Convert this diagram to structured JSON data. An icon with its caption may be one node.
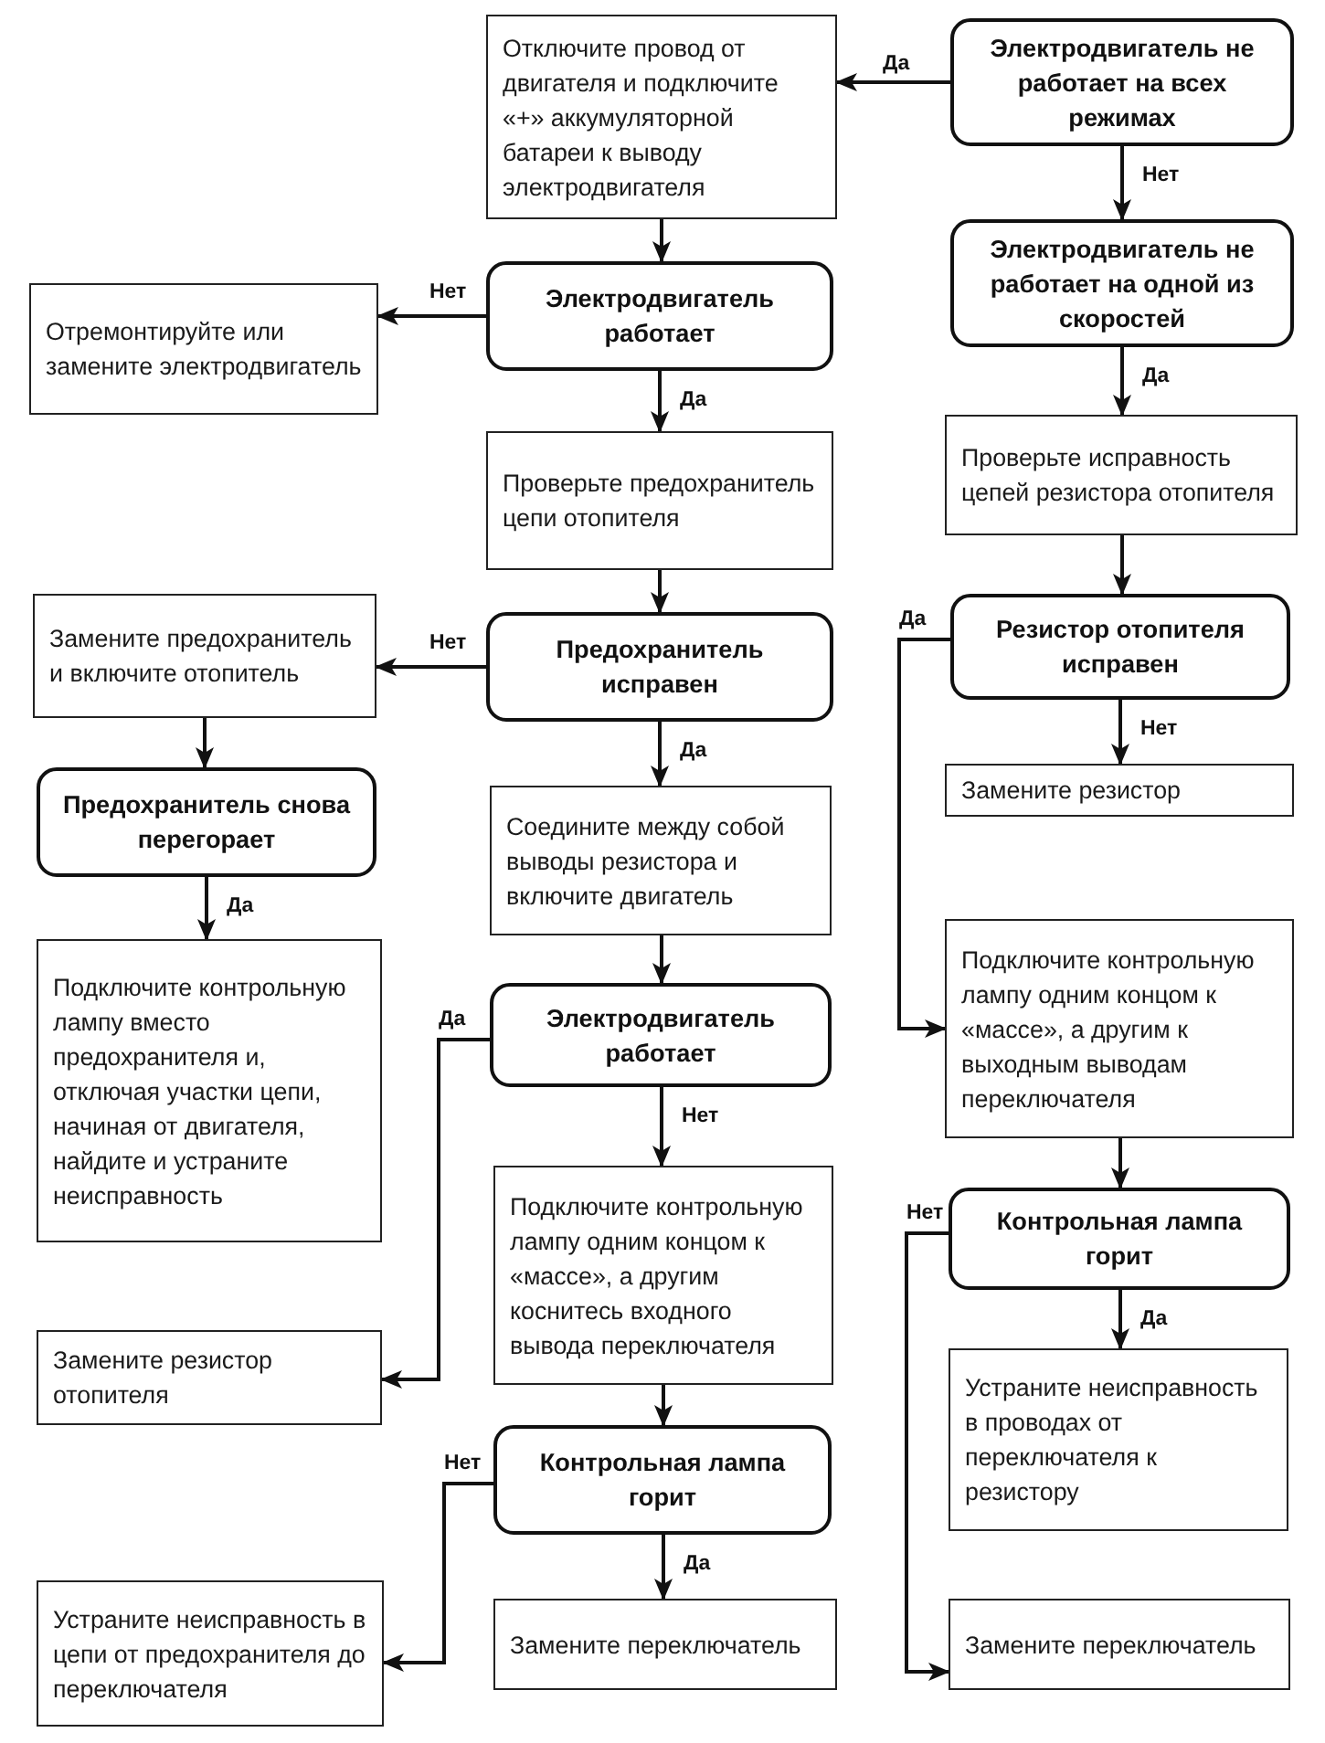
{
  "diagram": {
    "nodes": [
      {
        "text": [
          "Отключите провод от двигателя и подключите «+» аккумуляторной батареи к выводу электродвигателя"
        ]
      },
      {
        "text": [
          "Электродвигатель не работает на всех режимах"
        ]
      },
      {
        "text": [
          "Отремонтируйте или замените электродвигатель"
        ]
      },
      {
        "text": [
          "Электродвигатель работает"
        ]
      },
      {
        "text": [
          "Электродвигатель не работает на одной из скоростей"
        ]
      },
      {
        "text": [
          "Проверьте предохранитель цепи отопителя"
        ]
      },
      {
        "text": [
          "Проверьте исправность цепей резистора отопителя"
        ]
      },
      {
        "text": [
          "Замените предохранитель и включите отопитель"
        ]
      },
      {
        "text": [
          "Предохранитель исправен"
        ]
      },
      {
        "text": [
          "Резистор отопителя исправен"
        ]
      },
      {
        "text": [
          "Предохранитель снова перегорает"
        ]
      },
      {
        "text": [
          "Замените резистор"
        ]
      },
      {
        "text": [
          "Соедините между собой выводы резистора и включите двигатель"
        ]
      },
      {
        "text": [
          "Подключите контрольную лампу вместо предохранителя и, отключая участки цепи, начиная от двигателя, найдите и устраните неисправность"
        ]
      },
      {
        "text": [
          "Подключите контрольную лампу одним концом к «массе», а другим к выходным выводам переключателя"
        ]
      },
      {
        "text": [
          "Электродвигатель работает"
        ]
      },
      {
        "text": [
          "Подключите контрольную лампу одним концом к «массе», а другим коснитесь входного вывода переключателя"
        ]
      },
      {
        "text": [
          "Замените резистор отопителя"
        ]
      },
      {
        "text": [
          "Контрольная лампа горит"
        ]
      },
      {
        "text": [
          "Контрольная лампа горит"
        ]
      },
      {
        "text": [
          "Устраните неисправность в проводах от переключателя к резистору"
        ]
      },
      {
        "text": [
          "Устраните неисправность в цепи от предохранителя до переключателя"
        ]
      },
      {
        "text": [
          "Замените переключатель"
        ]
      },
      {
        "text": [
          "Замените переключатель"
        ]
      }
    ],
    "edges": [
      {
        "from": 1,
        "to": 0,
        "arrow": "to",
        "label": "Да"
      },
      {
        "from": 1,
        "to": 4,
        "arrow": "to",
        "label": "Нет"
      },
      {
        "from": 0,
        "to": 3,
        "arrow": "to"
      },
      {
        "from": 3,
        "to": 2,
        "arrow": "to",
        "label": "Нет"
      },
      {
        "from": 3,
        "to": 5,
        "arrow": "to",
        "label": "Да"
      },
      {
        "from": 4,
        "to": 6,
        "arrow": "to",
        "label": "Да"
      },
      {
        "from": 5,
        "to": 8,
        "arrow": "to"
      },
      {
        "from": 6,
        "to": 9,
        "arrow": "to"
      },
      {
        "from": 8,
        "to": 7,
        "arrow": "to",
        "label": "Нет"
      },
      {
        "from": 8,
        "to": 12,
        "arrow": "to",
        "label": "Да"
      },
      {
        "from": 7,
        "to": 10,
        "arrow": "to"
      },
      {
        "from": 9,
        "to": 11,
        "arrow": "to",
        "label": "Нет"
      },
      {
        "from": 9,
        "to": 14,
        "arrow": "to",
        "label": "Да"
      },
      {
        "from": 10,
        "to": 13,
        "arrow": "to",
        "label": "Да"
      },
      {
        "from": 12,
        "to": 15,
        "arrow": "to"
      },
      {
        "from": 15,
        "to": 17,
        "arrow": "to",
        "label": "Да"
      },
      {
        "from": 15,
        "to": 16,
        "arrow": "to",
        "label": "Нет"
      },
      {
        "from": 14,
        "to": 18,
        "arrow": "to"
      },
      {
        "from": 16,
        "to": 19,
        "arrow": "to"
      },
      {
        "from": 18,
        "to": 20,
        "arrow": "to",
        "label": "Да"
      },
      {
        "from": 18,
        "to": 23,
        "arrow": "to",
        "label": "Нет"
      },
      {
        "from": 19,
        "to": 21,
        "arrow": "to",
        "label": "Нет"
      },
      {
        "from": 19,
        "to": 22,
        "arrow": "to",
        "label": "Да"
      }
    ]
  }
}
